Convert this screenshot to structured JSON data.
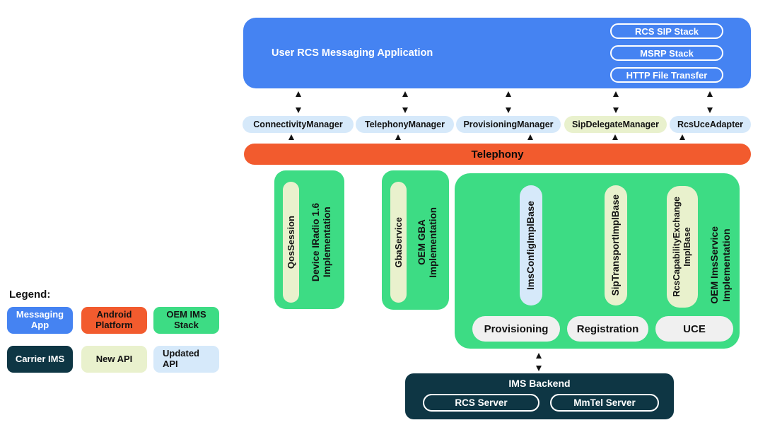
{
  "colors": {
    "messaging_blue": "#4583F2",
    "android_orange": "#F25B2E",
    "oem_green": "#3DDC84",
    "carrier_navy": "#0E3644",
    "new_api": "#E9F1CD",
    "updated_api": "#D6E9FA",
    "function_gray": "#F0F0F0"
  },
  "app": {
    "title": "User RCS Messaging Application",
    "stacks": [
      "RCS SIP Stack",
      "MSRP Stack",
      "HTTP File Transfer"
    ]
  },
  "managers": [
    {
      "label": "ConnectivityManager",
      "api": "updated"
    },
    {
      "label": "TelephonyManager",
      "api": "updated"
    },
    {
      "label": "ProvisioningManager",
      "api": "updated"
    },
    {
      "label": "SipDelegateManager",
      "api": "new"
    },
    {
      "label": "RcsUceAdapter",
      "api": "updated"
    }
  ],
  "telephony": {
    "label": "Telephony"
  },
  "oem_radio": {
    "api_pill": "QosSession",
    "impl": "Device IRadio 1.6\nImplementation"
  },
  "oem_gba": {
    "api_pill": "GbaService",
    "impl": "OEM GBA\nImplementation"
  },
  "oem_ims": {
    "pills": [
      {
        "label": "ImsConfigImplBase",
        "api": "updated"
      },
      {
        "label": "SipTransportImplBase",
        "api": "new"
      },
      {
        "label": "RcsCapabilityExchange\nImplBase",
        "api": "new"
      }
    ],
    "impl": "OEM ImsService\nImplementation",
    "functions": [
      "Provisioning",
      "Registration",
      "UCE"
    ]
  },
  "ims_backend": {
    "title": "IMS Backend",
    "servers": [
      "RCS Server",
      "MmTel Server"
    ]
  },
  "legend": {
    "title": "Legend:",
    "items": [
      {
        "label": "Messaging\nApp"
      },
      {
        "label": "Android\nPlatform"
      },
      {
        "label": "OEM IMS\nStack"
      },
      {
        "label": "Carrier IMS"
      },
      {
        "label": "New API"
      },
      {
        "label": "Updated\nAPI"
      }
    ]
  }
}
